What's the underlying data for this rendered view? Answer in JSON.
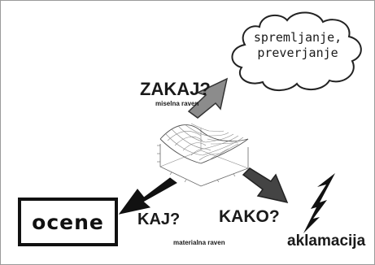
{
  "labels": {
    "zakaj": "ZAKAJ?",
    "miselna_raven": "miselna raven",
    "kaj": "KAJ?",
    "kako": "KAKO?",
    "materialna_raven": "materialna raven",
    "aklamacija": "aklamacija"
  },
  "cloud": {
    "line1": "spremljanje,",
    "line2": "preverjanje"
  },
  "box": {
    "label": "ocene"
  },
  "colors": {
    "arrow_up": "#8c8c8c",
    "arrow_left": "#111111",
    "arrow_right": "#444444",
    "lightning": "#111111",
    "surface": "#9a9a9a"
  },
  "icons": {
    "surface": "3d-surface-plot-icon",
    "lightning": "lightning-icon"
  }
}
